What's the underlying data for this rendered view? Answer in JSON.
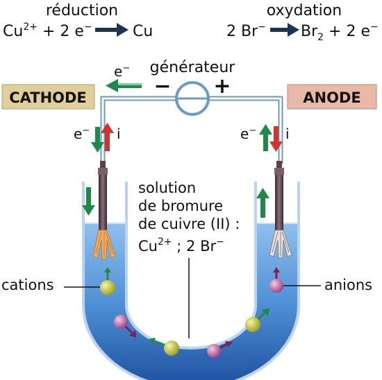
{
  "header": {
    "reduction": {
      "title": "réduction",
      "left": "Cu",
      "left_sup": "2+",
      "mid": " + 2 e",
      "mid_sup": "−",
      "right": "Cu"
    },
    "oxydation": {
      "title": "oxydation",
      "left": "2 Br",
      "left_sup": "−",
      "right": "Br",
      "right_sub": "2",
      "right_tail": " + 2 e",
      "right_sup": "−"
    }
  },
  "generator": {
    "label": "générateur",
    "minus": "−",
    "plus": "+",
    "electron_label": "e",
    "electron_sup": "−"
  },
  "electrodes": {
    "cathode_label": "CATHODE",
    "anode_label": "ANODE",
    "electron_label": "e",
    "electron_sup": "−",
    "current_label": "i"
  },
  "solution": {
    "line1": "solution",
    "line2": "de bromure",
    "line3": "de cuivre (II) :",
    "line4_a": "Cu",
    "line4_sup": "2+",
    "line4_b": " ; 2 Br",
    "line4_sup2": "−"
  },
  "ions": {
    "cations_label": "cations",
    "anions_label": "anions"
  },
  "colors": {
    "cathode_badge": "#e0cf9a",
    "anode_badge": "#e8b9a6",
    "electron_arrow": "#1e8a4a",
    "current_arrow": "#d0342a",
    "solution": "#4a8ad0",
    "cation": "#c8cc30",
    "anion": "#c06aa4"
  }
}
